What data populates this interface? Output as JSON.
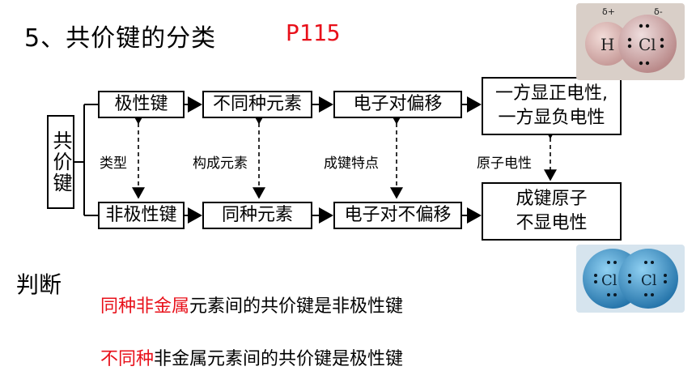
{
  "title": "5、共价键的分类",
  "page_ref": "P115",
  "diagram": {
    "root": "共价键",
    "top_row": [
      "极性键",
      "不同种元素",
      "电子对偏移"
    ],
    "top_result": [
      "一方显正电性,",
      "一方显负电性"
    ],
    "bottom_row": [
      "非极性键",
      "同种元素",
      "电子对不偏移"
    ],
    "bottom_result": [
      "成键原子",
      "不显电性"
    ],
    "links": [
      "类型",
      "构成元素",
      "成键特点",
      "原子电性"
    ]
  },
  "images": {
    "hcl": {
      "h": "H",
      "cl": "Cl",
      "delta_plus": "δ+",
      "delta_minus": "δ-"
    },
    "cl2": {
      "left": "Cl",
      "right": "Cl"
    }
  },
  "judge": {
    "heading": "判断",
    "statement1_red": "同种非金属",
    "statement1_rest": "元素间的共价键是非极性键",
    "statement2_red": "不同种",
    "statement2_rest": "非金属元素间的共价键是极性键"
  }
}
